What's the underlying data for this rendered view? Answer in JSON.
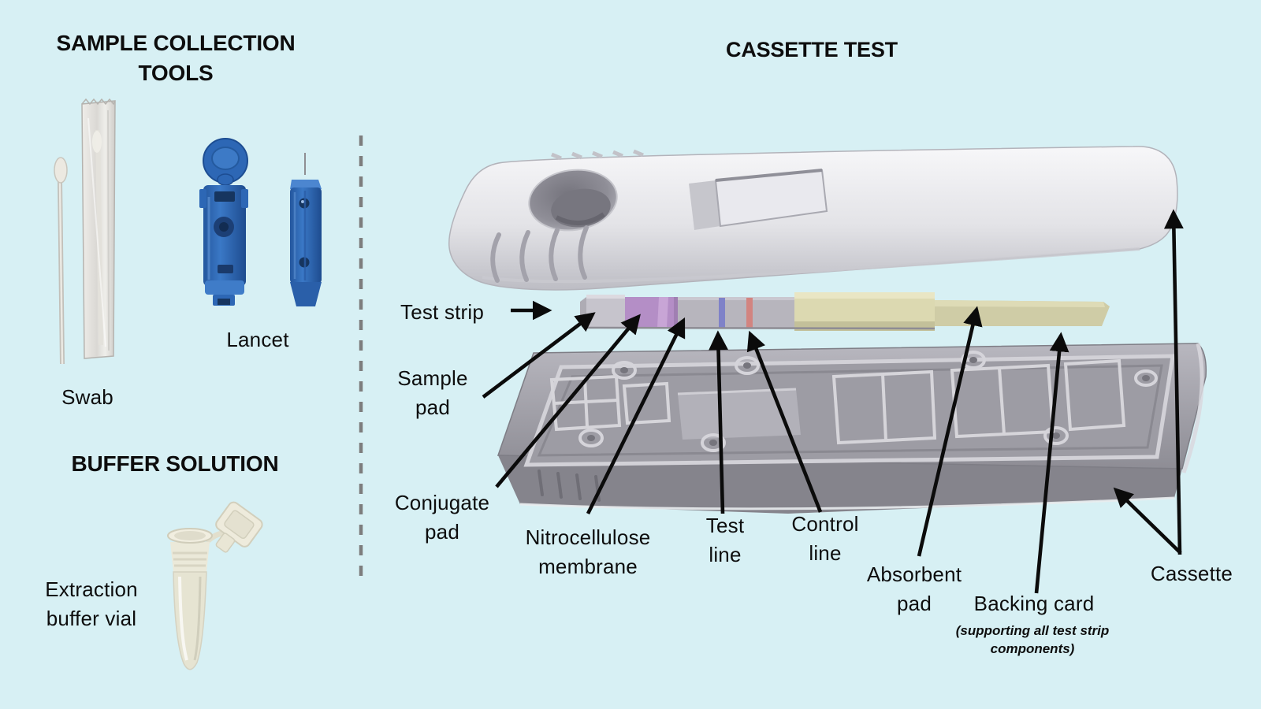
{
  "colors": {
    "background": "#d7f0f4",
    "text": "#0d0d0d",
    "divider_gray": "#7d7d7d",
    "cassette_gray": "#d6d6da",
    "base_gray": "#9a99a1",
    "lancet_blue": "#2f6ab8",
    "conjugate_pad_purple": "#b48ec6",
    "test_line_blue": "#7f82c8",
    "control_line_red": "#d28480",
    "absorbent_pad_khaki": "#dcd9b1",
    "vial_cream": "#eae7d6"
  },
  "left_panel": {
    "heading": "SAMPLE COLLECTION\nTOOLS",
    "swab_label": "Swab",
    "lancet_label": "Lancet",
    "buffer_heading": "BUFFER SOLUTION",
    "vial_label": "Extraction\nbuffer vial"
  },
  "right_panel": {
    "heading": "CASSETTE TEST",
    "test_strip_label": "Test strip",
    "sample_pad_label": "Sample\npad",
    "conjugate_pad_label": "Conjugate\npad",
    "membrane_label": "Nitrocellulose\nmembrane",
    "test_line_label": "Test\nline",
    "control_line_label": "Control\nline",
    "absorbent_pad_label": "Absorbent\npad",
    "backing_card_label": "Backing card",
    "backing_card_note": "(supporting all test strip\ncomponents)",
    "cassette_label": "Cassette"
  }
}
